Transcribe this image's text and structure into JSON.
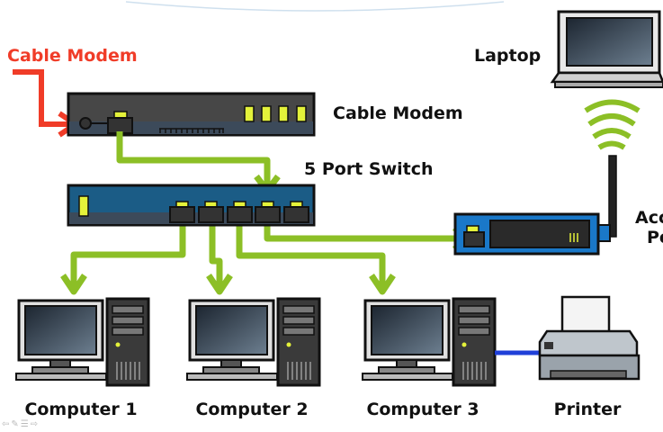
{
  "labels": {
    "cable_modem_input": "Cable Modem",
    "cable_modem": "Cable Modem",
    "switch": "5 Port Switch",
    "laptop": "Laptop",
    "access_point_line1": "Access",
    "access_point_line2": "Point",
    "computer1": "Computer 1",
    "computer2": "Computer 2",
    "computer3": "Computer 3",
    "printer": "Printer"
  },
  "colors": {
    "cable": "#8cbf26",
    "input_cable": "#f03c28",
    "printer_cable": "#1f3fd8",
    "modem": "#474747",
    "switch": "#1b5c86",
    "access_point": "#1a78c8",
    "led": "#e4f23a"
  },
  "nav": {
    "prev": "⇦",
    "edit": "✎",
    "notes": "☰",
    "next": "⇨"
  }
}
